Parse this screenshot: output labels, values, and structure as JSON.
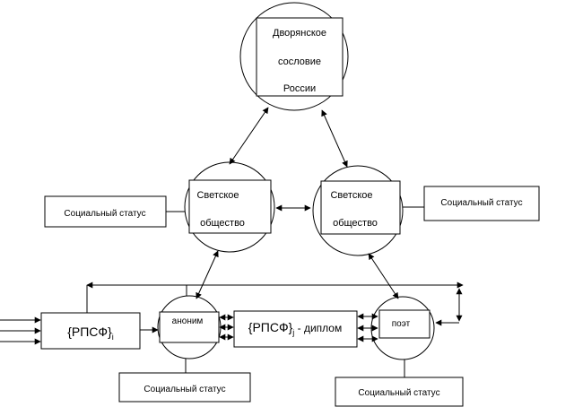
{
  "nodes": {
    "nobility": {
      "line1": "Дворянское",
      "line2": "сословие",
      "line3": "России"
    },
    "society_left": {
      "line1": "Светское",
      "line2": "общество"
    },
    "society_right": {
      "line1": "Светское",
      "line2": "общество"
    },
    "status_left": {
      "label": "Социальный  статус"
    },
    "status_right": {
      "label": "Социальный  статус"
    },
    "rpsf_i": {
      "main": "{РПСФ}",
      "sub": "i"
    },
    "anonym": {
      "label": "аноним"
    },
    "rpsf_j": {
      "main": "{РПСФ}",
      "sub": "j",
      "suffix": " - диплом"
    },
    "poet": {
      "label": "поэт"
    },
    "status_bottom_left": {
      "label": "Социальный  статус"
    },
    "status_bottom_right": {
      "label": "Социальный  статус"
    }
  }
}
